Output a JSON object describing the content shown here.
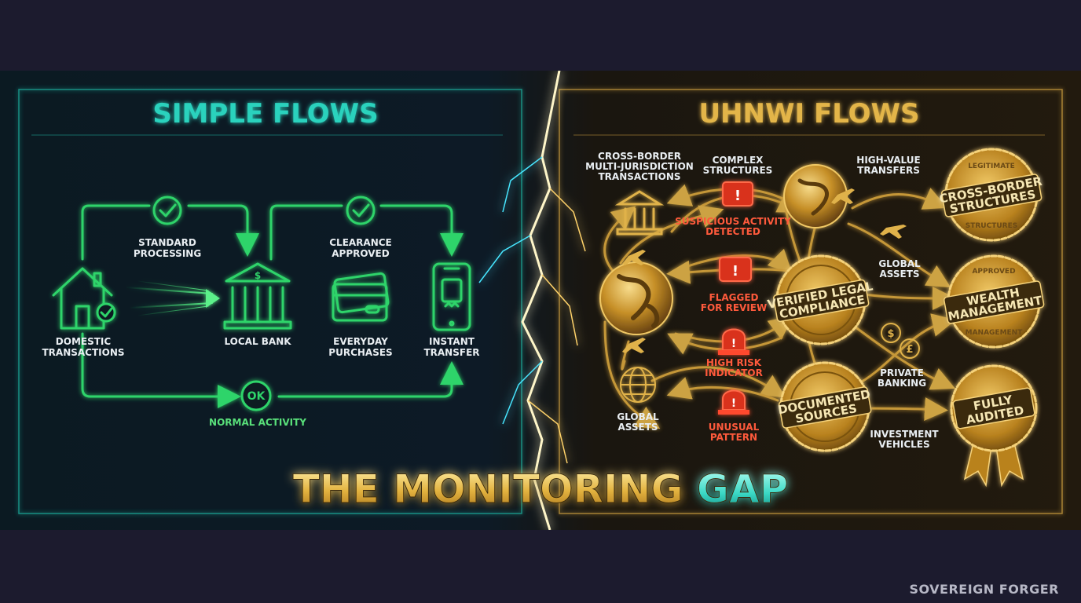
{
  "left": {
    "title": "SIMPLE FLOWS",
    "nodes": {
      "domestic": [
        "DOMESTIC",
        "TRANSACTIONS"
      ],
      "standard": [
        "STANDARD",
        "PROCESSING"
      ],
      "bank": "LOCAL BANK",
      "clearance": [
        "CLEARANCE",
        "APPROVED"
      ],
      "purchases": [
        "EVERYDAY",
        "PURCHASES"
      ],
      "instant": [
        "INSTANT",
        "TRANSFER"
      ],
      "ok": "OK",
      "normal": "NORMAL ACTIVITY"
    }
  },
  "right": {
    "title": "UHNWI FLOWS",
    "labels": {
      "crossborder": [
        "CROSS-BORDER",
        "MULTI-JURISDICTION",
        "TRANSACTIONS"
      ],
      "complex": [
        "COMPLEX",
        "STRUCTURES"
      ],
      "highvalue": [
        "HIGH-VALUE",
        "TRANSFERS"
      ],
      "global1": [
        "GLOBAL",
        "ASSETS"
      ],
      "private": [
        "PRIVATE",
        "BANKING"
      ],
      "investment": [
        "INVESTMENT",
        "VEHICLES"
      ],
      "global2": [
        "GLOBAL",
        "ASSETS"
      ]
    },
    "flags": {
      "suspicious": [
        "SUSPICIOUS ACTIVITY",
        "DETECTED"
      ],
      "flagged": [
        "FLAGGED",
        "FOR REVIEW"
      ],
      "highrisk": [
        "HIGH RISK",
        "INDICATOR"
      ],
      "unusual": [
        "UNUSUAL",
        "PATTERN"
      ]
    },
    "seals": {
      "verified": [
        "VERIFIED LEGAL",
        "COMPLIANCE"
      ],
      "documented": [
        "DOCUMENTED",
        "SOURCES"
      ],
      "cross": [
        "CROSS-BORDER",
        "STRUCTURES"
      ],
      "cross_top": "LEGITIMATE",
      "cross_bottom": "STRUCTURES",
      "wealth": [
        "WEALTH",
        "MANAGEMENT"
      ],
      "wealth_top": "APPROVED",
      "wealth_bottom": "MANAGEMENT",
      "audited": [
        "FULLY",
        "AUDITED"
      ]
    }
  },
  "headline": {
    "part1": "THE MONITORING ",
    "part2": "GAP"
  },
  "brand": "SOVEREIGN FORGER",
  "colors": {
    "green": "#2fd46a",
    "teal": "#22c7b3",
    "gold": "#e0b24a",
    "red": "#ff4a2e"
  }
}
